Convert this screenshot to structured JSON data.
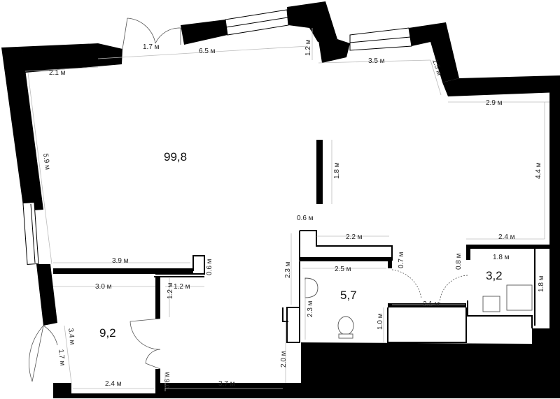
{
  "plan": {
    "areas": {
      "main": "99,8",
      "bedroom": "9,2",
      "bathroom": "5,7",
      "wc": "3,2"
    },
    "dimensions": {
      "door_top": "1.7 м",
      "top_wall": "6.5 м",
      "top_left": "2.1 м",
      "step_top": "1.2 м",
      "top_right": "3.5 м",
      "step_right": "1.5 м",
      "right_top": "2.9 м",
      "right_wall": "4.4 м",
      "left_wall": "5.9 м",
      "pillar": "1.8 м",
      "niche": "0.6 м",
      "corridor_top": "2.2 м",
      "partition": "3.9 м",
      "small_block": "0.6 м",
      "bath_width": "2.5 м",
      "bath_wall": "2.3 м",
      "bath_door": "0.7 м",
      "wc_entry": "0.8 м",
      "wc_top": "2.4 м",
      "wc_width": "1.8 м",
      "wc_height": "1.8 м",
      "bedroom_width": "3.0 м",
      "bedroom_door": "1.2 м",
      "bedroom_door_height": "1.2 м",
      "bath_height": "2.3 м",
      "corridor": "2.1 м",
      "bath_lower": "1.0 м",
      "left_lower": "3.4 м",
      "entry_door": "1.7 м",
      "bottom_left": "2.4 м",
      "bottom_block": "0.6 м",
      "bottom_right": "3.7 м",
      "lower_right": "2.0 м"
    }
  }
}
